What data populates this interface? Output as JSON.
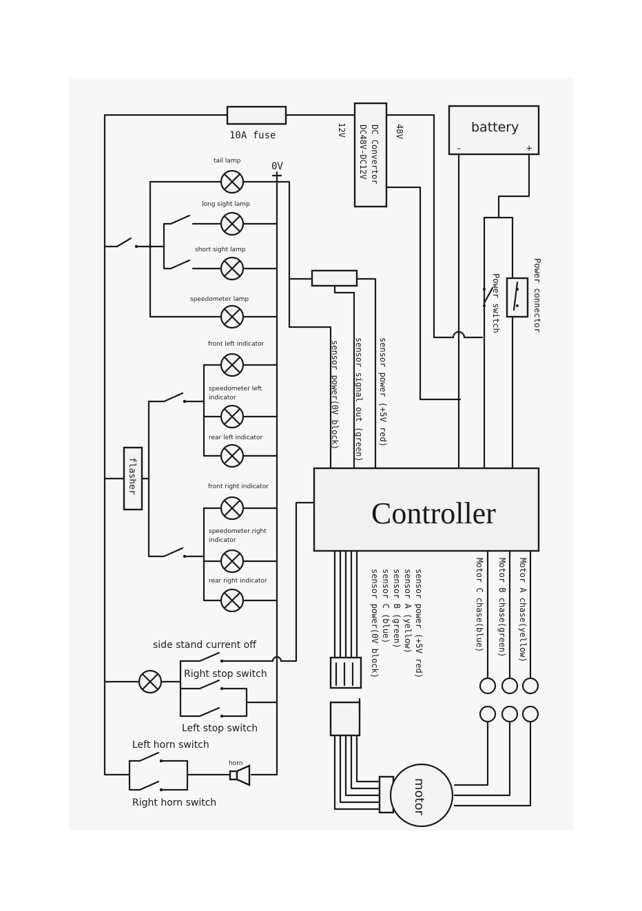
{
  "labels": {
    "fuse": "10A fuse",
    "zero_volt": "0V",
    "converter_line1": "DC Convertor",
    "converter_line2": "DC48V-DC12V",
    "v12": "12V",
    "v48": "48V",
    "battery": "battery",
    "battery_minus": "-",
    "battery_plus": "+",
    "power_connector": "Power connector",
    "power_switch": "Power switch",
    "tail_lamp": "tail lamp",
    "long_sight_lamp": "long sight lamp",
    "short_sight_lamp": "short sight lamp",
    "speedometer_lamp": "speedometer lamp",
    "front_left_indicator": "front left indicator",
    "speedometer_left_indicator_1": "speedometer left",
    "speedometer_left_indicator_2": "indicator",
    "rear_left_indicator": "rear left indicator",
    "front_right_indicator": "front right indicator",
    "speedometer_right_indicator_1": "speedometer right",
    "speedometer_right_indicator_2": "indicator",
    "rear_right_indicator": "rear right indicator",
    "flasher": "flasher",
    "sensor_power_0v": "sensor power(0V block)",
    "sensor_signal_out": "sensor signal out (green)",
    "sensor_power_5v": "sensor power (+5V red)",
    "controller": "Controller",
    "motor_a": "Motor A chase(yellow)",
    "motor_b": "Motor B chase(green)",
    "motor_c": "Motor C chase(blue)",
    "hall_power_5v": "sensor power (+5V red)",
    "hall_a": "sensor A (yellow)",
    "hall_b": "sensor B (green)",
    "hall_c": "sensor C (blue)",
    "hall_power_0v": "sensor power(0V block)",
    "side_stand": "side stand current off",
    "right_stop_switch": "Right stop switch",
    "left_stop_switch": "Left stop switch",
    "left_horn_switch": "Left horn switch",
    "right_horn_switch": "Right horn switch",
    "horn": "horn",
    "motor": "motor"
  }
}
